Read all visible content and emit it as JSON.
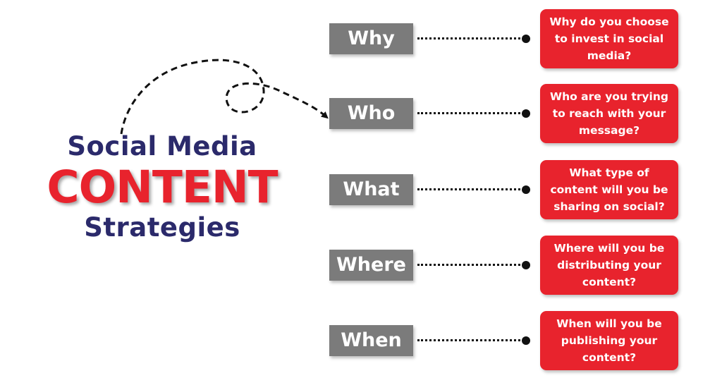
{
  "title": {
    "line1": "Social Media",
    "line2": "CONTENT",
    "line3": "Strategies"
  },
  "colors": {
    "navy": "#2b2a6b",
    "red": "#e8232d",
    "gray": "#7b7b7b"
  },
  "rows": [
    {
      "label": "Why",
      "text": "Why do you choose to invest in social media?"
    },
    {
      "label": "Who",
      "text": "Who are you trying to reach with your message?"
    },
    {
      "label": "What",
      "text": "What type of content will you be sharing on social?"
    },
    {
      "label": "Where",
      "text": "Where will you be distributing your content?"
    },
    {
      "label": "When",
      "text": "When will you be publishing your content?"
    }
  ]
}
